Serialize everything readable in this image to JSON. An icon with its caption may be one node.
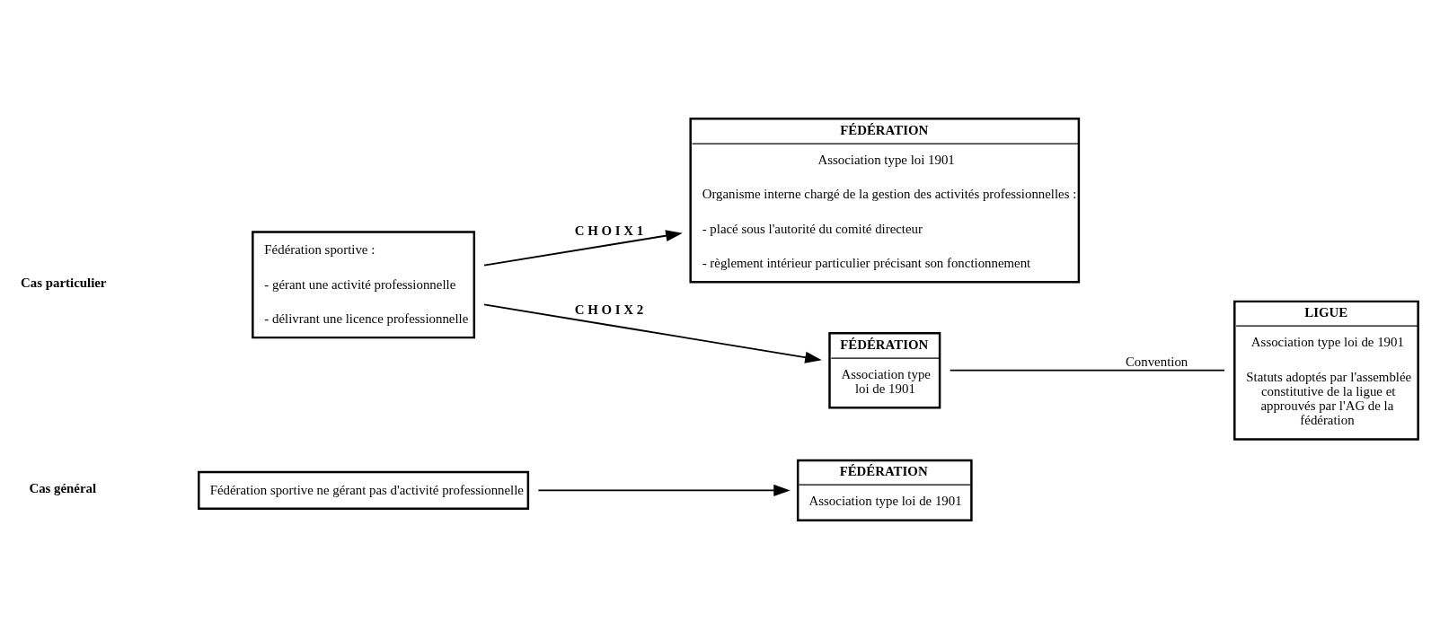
{
  "diagram": {
    "nodes": [
      {
        "text": [
          "Fédération sportive ne gérant pas d'activité professionnelle"
        ]
      },
      {
        "text": [
          "FÉDÉRATION",
          "Association type loi de 1901"
        ]
      },
      {
        "text": [
          "Fédération sportive :",
          "- gérant une activité professionnelle",
          "- délivrant une licence professionnelle"
        ]
      },
      {
        "text": [
          "FÉDÉRATION",
          "Association type loi 1901",
          "Organisme interne chargé de la gestion des activités professionnelles :",
          "- placé sous l'autorité du comité directeur",
          "- règlement intérieur particulier précisant son fonctionnement"
        ]
      },
      {
        "text": [
          "FÉDÉRATION",
          "Association type loi de 1901"
        ]
      },
      {
        "text": [
          "LIGUE",
          "Association type loi de 1901",
          "Statuts adoptés par l'assemblée constitutive de la ligue et approuvés par l'AG de la fédération"
        ]
      }
    ],
    "edges": [
      {
        "from": 0,
        "to": 1,
        "arrow": "to"
      },
      {
        "from": 2,
        "to": 3,
        "arrow": "to",
        "label": "C H O I X 1"
      },
      {
        "from": 2,
        "to": 4,
        "arrow": "to",
        "label": "C H O I X 2"
      },
      {
        "from": 4,
        "to": 5,
        "arrow": "none",
        "label": "Convention"
      }
    ],
    "labels": [
      "Cas général",
      "Cas particulier"
    ]
  }
}
